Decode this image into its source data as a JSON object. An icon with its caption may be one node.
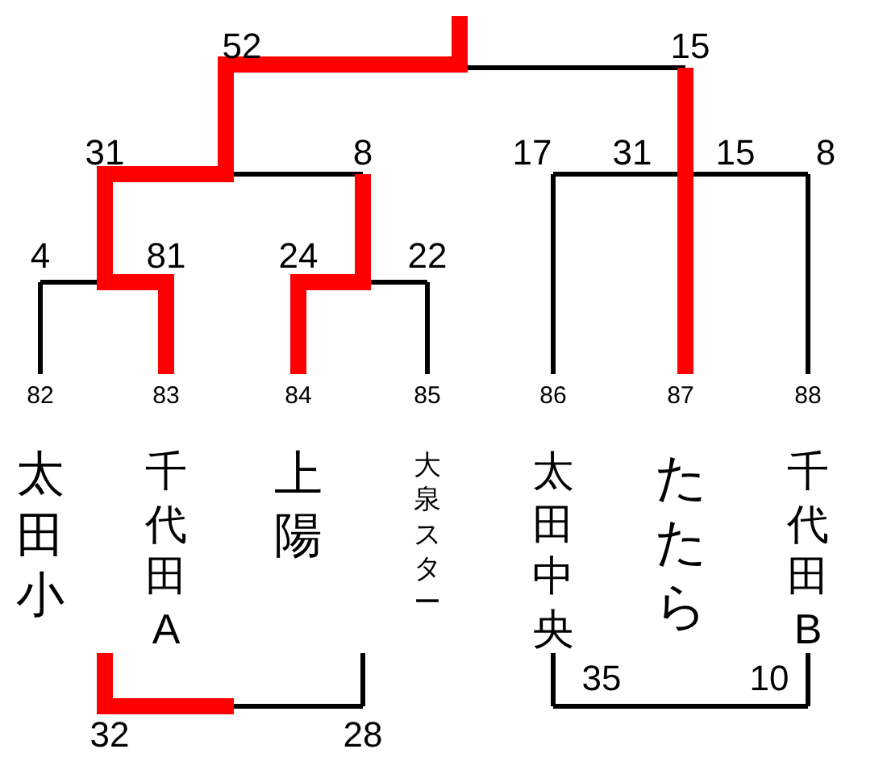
{
  "diagram": {
    "labels": [
      "52",
      "15",
      "31",
      "8",
      "17",
      "31",
      "15",
      "8",
      "4",
      "81",
      "24",
      "22",
      "82",
      "83",
      "84",
      "85",
      "86",
      "87",
      "88",
      "太田小",
      "千代田A",
      "上陽",
      "大泉スター",
      "太田中央",
      "たたら",
      "千代田B",
      "35",
      "10",
      "32",
      "28"
    ]
  }
}
